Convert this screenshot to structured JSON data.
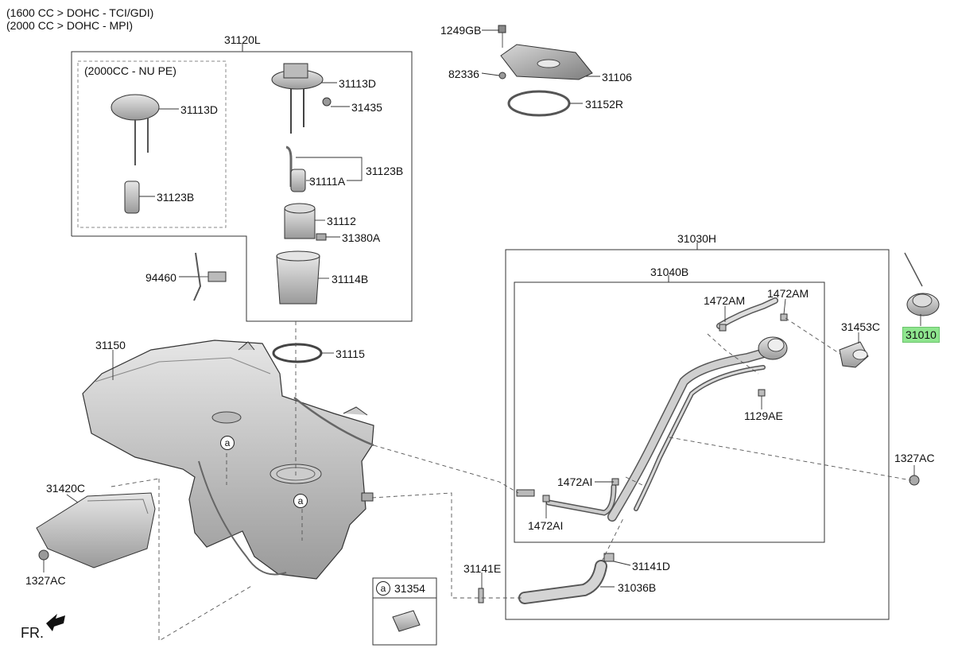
{
  "header": {
    "line1": "(1600 CC > DOHC - TCI/GDI)",
    "line2": "(2000 CC > DOHC - MPI)"
  },
  "groups": {
    "pump_assy": "31120L",
    "variant_box": "(2000CC - NU PE)",
    "filler_assy": "31030H",
    "filler_neck": "31040B",
    "inset_part": "31354",
    "inset_ref": "a"
  },
  "parts": {
    "p1249GB": "1249GB",
    "p82336": "82336",
    "p31106": "31106",
    "p31152R": "31152R",
    "p31113D_a": "31113D",
    "p31113D_b": "31113D",
    "p31435": "31435",
    "p31123B_a": "31123B",
    "p31111A": "31111A",
    "p31123B_b": "31123B",
    "p31112": "31112",
    "p31380A": "31380A",
    "p31114B": "31114B",
    "p94460": "94460",
    "p31150": "31150",
    "p31115": "31115",
    "p31420C": "31420C",
    "p1327AC_a": "1327AC",
    "p1327AC_b": "1327AC",
    "p1472AM_a": "1472AM",
    "p1472AM_b": "1472AM",
    "p31453C": "31453C",
    "p31010": "31010",
    "p1129AE": "1129AE",
    "p1472AI_a": "1472AI",
    "p1472AI_b": "1472AI",
    "p31141E": "31141E",
    "p31141D": "31141D",
    "p31036B": "31036B"
  },
  "callouts": {
    "a1": "a",
    "a2": "a"
  },
  "footer": {
    "direction": "FR."
  },
  "colors": {
    "highlight": "#8ee58e",
    "part_fill": "#c9c9c9",
    "line": "#333333"
  }
}
